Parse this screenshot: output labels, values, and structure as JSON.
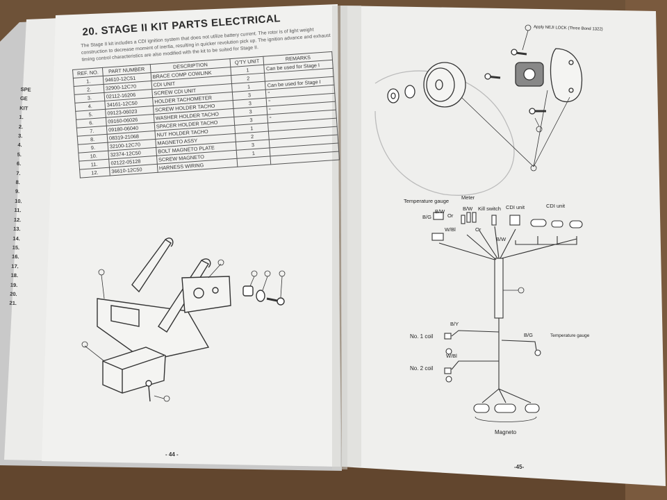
{
  "left_page": {
    "title": "20. STAGE II KIT PARTS ELECTRICAL",
    "intro": "The Stage II kit includes a CDI ignition system that does not utilize battery current. The rotor is of light weight construction to decrease moment of inertia, resulting in quicker revolution pick up. The ignition advance and exhaust timing control characteristics are also modified with the kit to be suited for Stage II.",
    "table": {
      "headers": [
        "REF. NO.",
        "PART NUMBER",
        "DESCRIPTION",
        "Q'TY UNIT",
        "REMARKS"
      ],
      "rows": [
        [
          "1.",
          "94610-12C51",
          "BRACE COMP COWLINK",
          "1",
          "Can be used for Stage I"
        ],
        [
          "2.",
          "32900-12C70",
          "CDI UNIT",
          "2",
          ""
        ],
        [
          "3.",
          "02112-16206",
          "SCREW CDI UNIT",
          "1",
          "Can be used for Stage I"
        ],
        [
          "4.",
          "34161-12C50",
          "HOLDER TACHOMETER",
          "3",
          "\""
        ],
        [
          "5.",
          "09123-06023",
          "SCREW HOLDER TACHO",
          "3",
          "\""
        ],
        [
          "6.",
          "09160-06026",
          "WASHER HOLDER TACHO",
          "3",
          "\""
        ],
        [
          "7.",
          "09180-06040",
          "SPACER HOLDER TACHO",
          "3",
          "\""
        ],
        [
          "8.",
          "08319-21068",
          "NUT HOLDER TACHO",
          "1",
          ""
        ],
        [
          "9.",
          "32100-12C70",
          "MAGNETO ASSY",
          "2",
          ""
        ],
        [
          "10.",
          "32374-12C50",
          "BOLT MAGNETO PLATE",
          "3",
          ""
        ],
        [
          "11.",
          "02122-05128",
          "SCREW MAGNETO",
          "1",
          ""
        ],
        [
          "12.",
          "36610-12C50",
          "HARNESS WIRING",
          "",
          ""
        ]
      ]
    },
    "margin_numbers": [
      "SPE",
      "GE",
      "KIT",
      "1.",
      "2.",
      "3.",
      "4.",
      "5.",
      "6.",
      "7.",
      "8.",
      "9.",
      "10.",
      "11.",
      "12.",
      "13.",
      "14.",
      "15.",
      "16.",
      "17.",
      "18.",
      "19.",
      "20.",
      "21."
    ],
    "page_number": "- 44 -"
  },
  "right_page": {
    "note": "Apply NEJI LOCK (Three Bond 1322)",
    "wiring_labels": {
      "temperature_gauge": "Temperature gauge",
      "meter": "Meter",
      "kill_switch": "Kill switch",
      "cdi_unit_1": "CDI unit",
      "cdi_unit_2": "CDI unit",
      "bg": "B/G",
      "bw": "B/W",
      "or": "Or",
      "wbl": "W/Bl",
      "bw2": "B/W",
      "bw3": "B/W",
      "or2": "Or",
      "by": "B/Y",
      "no1": "No. 1 coil",
      "wbl2": "W/Bl",
      "no2": "No. 2 coil",
      "bg2": "B/G",
      "temp2": "Temperature gauge",
      "magneto": "Magneto"
    },
    "page_number": "-45-"
  }
}
